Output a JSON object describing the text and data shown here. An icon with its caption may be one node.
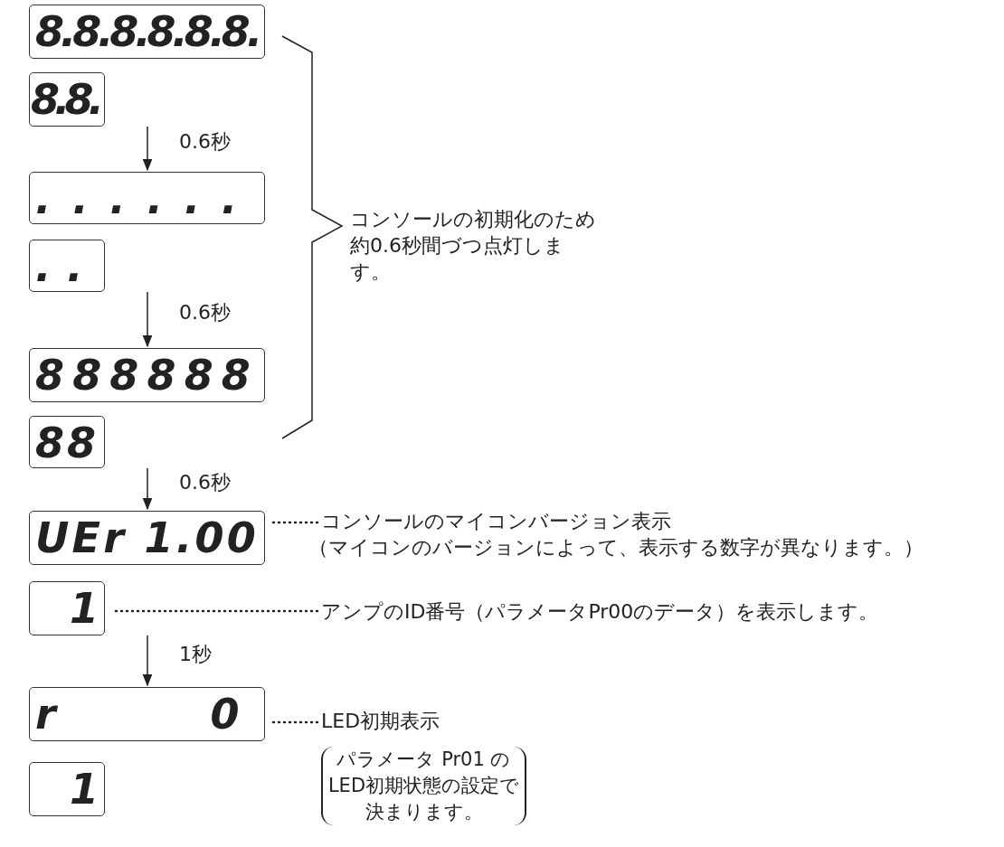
{
  "diagram": {
    "nodes": [
      {
        "text": [
          "8.8.8.8.8.8."
        ]
      },
      {
        "text": [
          "8.8."
        ]
      },
      {
        "text": [
          "......"
        ]
      },
      {
        "text": [
          ".."
        ]
      },
      {
        "text": [
          "888888"
        ]
      },
      {
        "text": [
          "88"
        ]
      },
      {
        "text": [
          "UEr 1.00"
        ]
      },
      {
        "text": [
          "コンソールのマイコンバージョン表示",
          "（マイコンのバージョンによって、表示する数字が異なります。）"
        ]
      },
      {
        "text": [
          "1"
        ]
      },
      {
        "text": [
          "アンプのID番号（パラメータPr00のデータ）を表示します。"
        ]
      },
      {
        "text": [
          "r    0"
        ]
      },
      {
        "text": [
          "LED初期表示"
        ]
      },
      {
        "text": [
          "1"
        ]
      }
    ],
    "edges": [
      {
        "from": 1,
        "to": 2,
        "arrow": "to",
        "label": "0.6秒"
      },
      {
        "from": 3,
        "to": 4,
        "arrow": "to",
        "label": "0.6秒"
      },
      {
        "from": 5,
        "to": 6,
        "arrow": "to",
        "label": "0.6秒"
      },
      {
        "from": 8,
        "to": 10,
        "arrow": "to",
        "label": "1秒"
      },
      {
        "from": 7,
        "to": 6,
        "arrow": "none",
        "style": "dashed"
      },
      {
        "from": 9,
        "to": 8,
        "arrow": "none",
        "style": "dashed"
      },
      {
        "from": 11,
        "to": 10,
        "arrow": "none",
        "style": "dashed"
      }
    ],
    "labels": [
      "コンソールの初期化のため約0.6秒間づつ点灯します。",
      "パラメータ Pr01 のLED初期状態の設定で決まります。"
    ]
  }
}
